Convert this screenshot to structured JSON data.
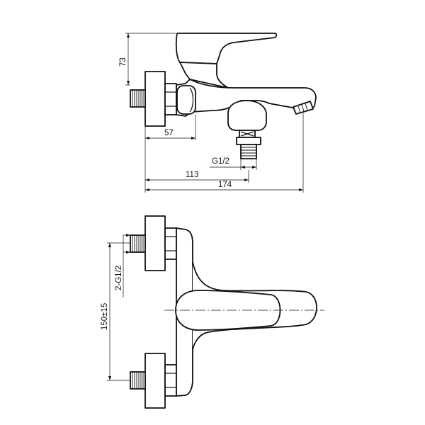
{
  "dimensions": {
    "side_height": "73",
    "side_wall_to_outlet": "57",
    "outlet_thread": "G1/2",
    "wall_to_spout_center": "113",
    "overall_length": "174",
    "inlet_thread": "2-G1/2",
    "inlet_spacing": "150±15"
  }
}
